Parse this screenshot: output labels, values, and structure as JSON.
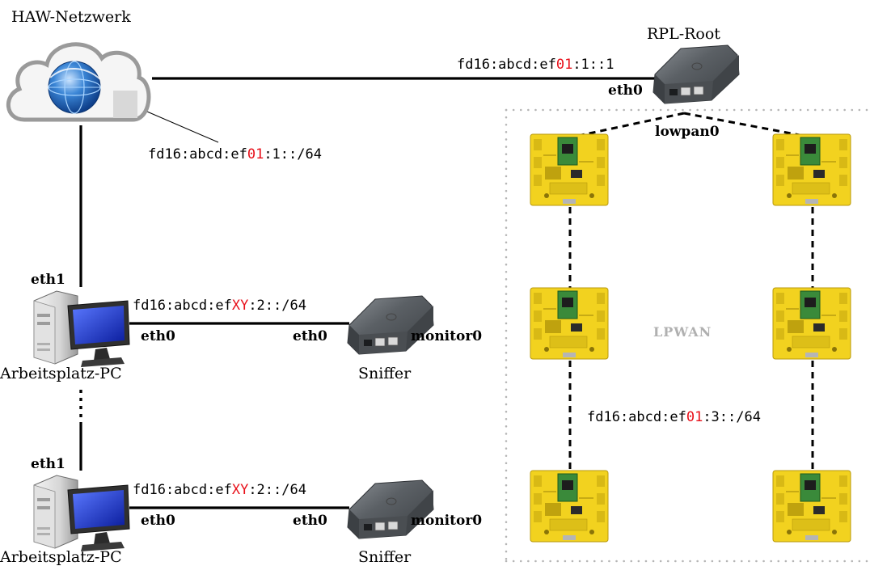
{
  "nodes": {
    "cloud_label": "HAW-Netzwerk",
    "root_label": "RPL-Root",
    "pc_label": "Arbeitsplatz-PC",
    "sniffer_label": "Sniffer",
    "lpwan_label": "LPWAN"
  },
  "interfaces": {
    "eth0": "eth0",
    "eth1": "eth1",
    "lowpan0": "lowpan0",
    "monitor0": "monitor0"
  },
  "addresses": {
    "root_addr": {
      "pre": "fd16:abcd:ef",
      "hl": "01",
      "post": ":1::1"
    },
    "haw_prefix": {
      "pre": "fd16:abcd:ef",
      "hl": "01",
      "post": ":1::/64"
    },
    "pc_prefix": {
      "pre": "fd16:abcd:ef",
      "hl": "XY",
      "post": ":2::/64"
    },
    "lpwan_prefix": {
      "pre": "fd16:abcd:ef",
      "hl": "01",
      "post": ":3::/64"
    }
  },
  "colors": {
    "highlight": "#e8101a",
    "board": "#f2d21f",
    "board_dark": "#c9a90e",
    "module": "#3a8a3a",
    "case": "#54585c",
    "lpwan_border": "#b5b5b5"
  },
  "icons": {
    "cloud": "cloud-globe-icon",
    "router": "raspberry-pi-case-icon",
    "pc": "desktop-computer-icon",
    "board": "iot-board-icon"
  }
}
